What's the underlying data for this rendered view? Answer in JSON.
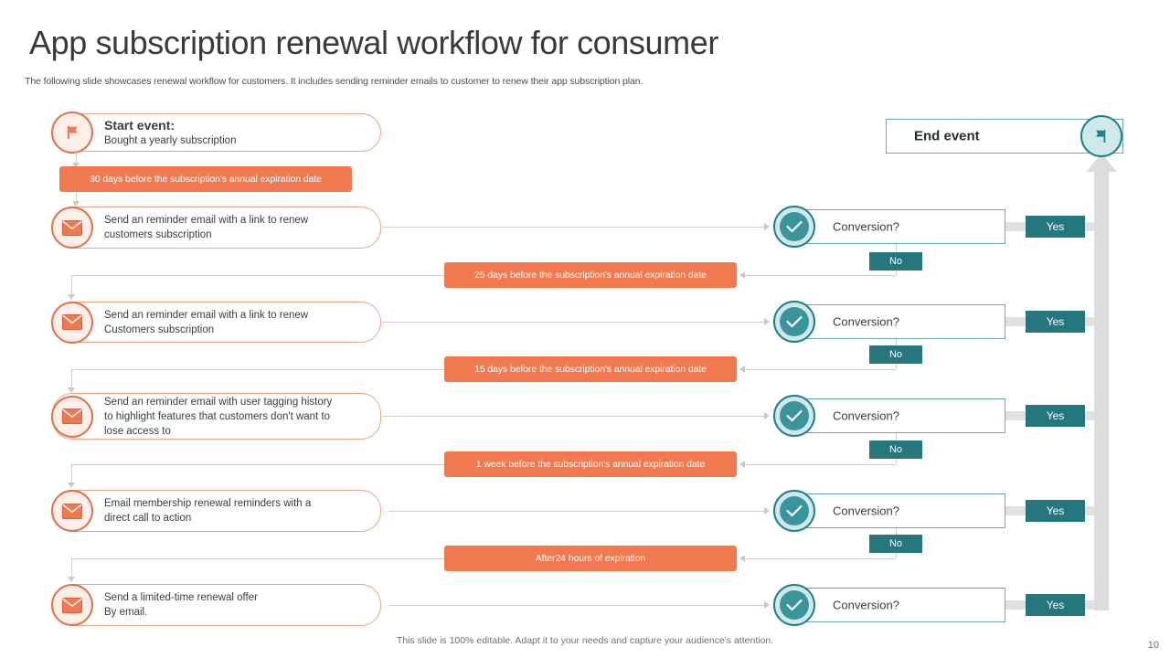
{
  "header": {
    "title": "App subscription renewal workflow for consumer",
    "subtitle": "The following slide showcases  renewal workflow for customers. It includes sending reminder emails to customer to renew their app subscription plan."
  },
  "start_event": {
    "label": "Start event:",
    "text": "Bought a yearly subscription",
    "icon": "flag-icon"
  },
  "end_event": {
    "label": "End event",
    "icon": "flag-icon"
  },
  "steps": [
    {
      "timer": "30 days before the subscription's annual expiration date",
      "action": "Send an reminder  email with a link to renew customers subscription",
      "decision": "Conversion?",
      "yes": "Yes",
      "no": "No"
    },
    {
      "timer": "25 days before the subscription's annual expiration date",
      "action": "Send an reminder  email with a link to renew Customers subscription",
      "decision": "Conversion?",
      "yes": "Yes",
      "no": "No"
    },
    {
      "timer": "15 days before the subscription's annual expiration date",
      "action": "Send an reminder  email with user tagging history to highlight features that customers don't want to lose access to",
      "decision": "Conversion?",
      "yes": "Yes",
      "no": "No"
    },
    {
      "timer": "1 week before the subscription's annual expiration date",
      "action": "Email membership  renewal  reminders  with a direct call to action",
      "decision": "Conversion?",
      "yes": "Yes",
      "no": "No"
    },
    {
      "timer": "After24 hours of expiration",
      "action": "Send a limited-time  renewal  offer By email.",
      "decision": "Conversion?",
      "yes": "Yes",
      "no": ""
    }
  ],
  "action_lines": [
    [
      "Send an reminder  email with a link to renew",
      "customers subscription"
    ],
    [
      "Send an reminder  email with a link to renew",
      "Customers subscription"
    ],
    [
      "Send an reminder  email with user tagging history",
      "to highlight features that customers don't want to",
      "lose access to"
    ],
    [
      "Email membership  renewal  reminders  with a",
      "direct call to action"
    ],
    [
      "Send a limited-time  renewal  offer",
      "By email."
    ]
  ],
  "icons": {
    "mail": "mail-icon",
    "check": "check-icon",
    "flag": "flag-icon"
  },
  "colors": {
    "orange": "#f2794f",
    "orange_border": "#e2714a",
    "orange_light": "#fdefe8",
    "teal": "#26767e",
    "teal_mid": "#39949c",
    "teal_light": "#cfe9ea",
    "teal_border": "#1f7f86",
    "connector_grey": "#cfcfcf",
    "ribbon_grey": "#e0e0e0"
  },
  "footer": {
    "note": "This slide is 100% editable. Adapt it to your needs and capture your audience's attention.",
    "page": "10"
  }
}
